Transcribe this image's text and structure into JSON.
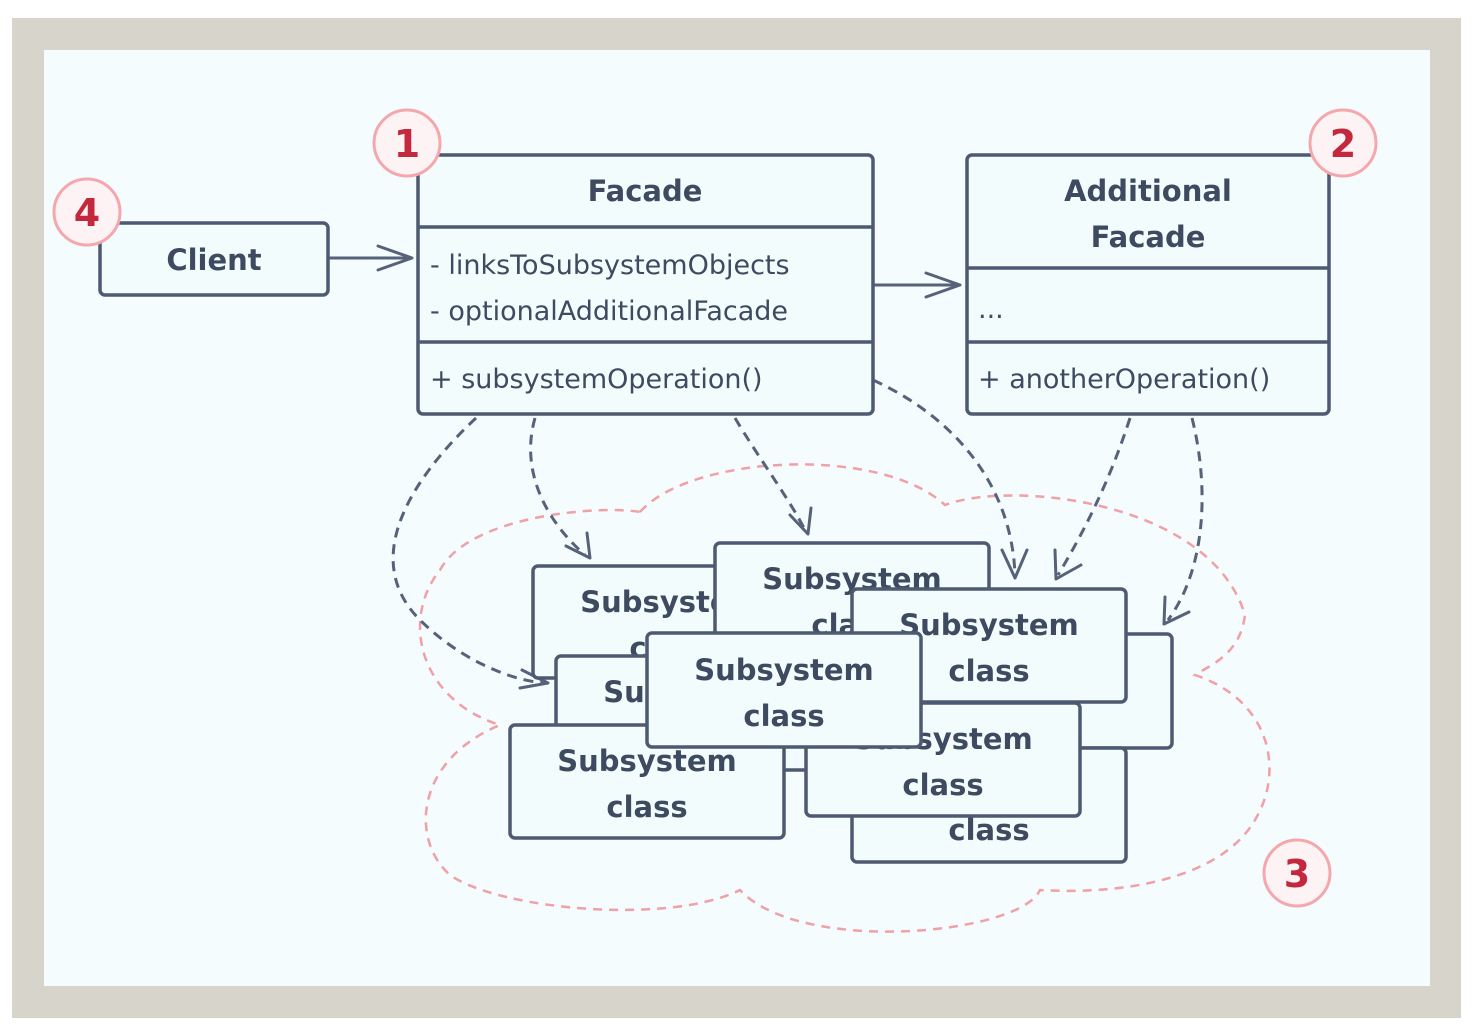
{
  "badges": [
    "1",
    "2",
    "3",
    "4"
  ],
  "client": {
    "title": "Client"
  },
  "facade": {
    "title": "Facade",
    "fields": [
      "- linksToSubsystemObjects",
      "- optionalAdditionalFacade"
    ],
    "methods": [
      "+ subsystemOperation()"
    ]
  },
  "additional_facade": {
    "title_lines": [
      "Additional",
      "Facade"
    ],
    "fields": [
      "..."
    ],
    "methods": [
      "+ anotherOperation()"
    ]
  },
  "subsystem_class": {
    "title_lines": [
      "Subsystem",
      "class"
    ]
  },
  "colors": {
    "frame": "#d7d4cb",
    "canvas": "#f4fcfd",
    "box_stroke": "#4d5a72",
    "box_fill": "#f2fcfd",
    "arrow": "#56627a",
    "cloud": "#f0a0a6",
    "badge_text": "#c4283d",
    "badge_ring": "#f4a7ad"
  }
}
